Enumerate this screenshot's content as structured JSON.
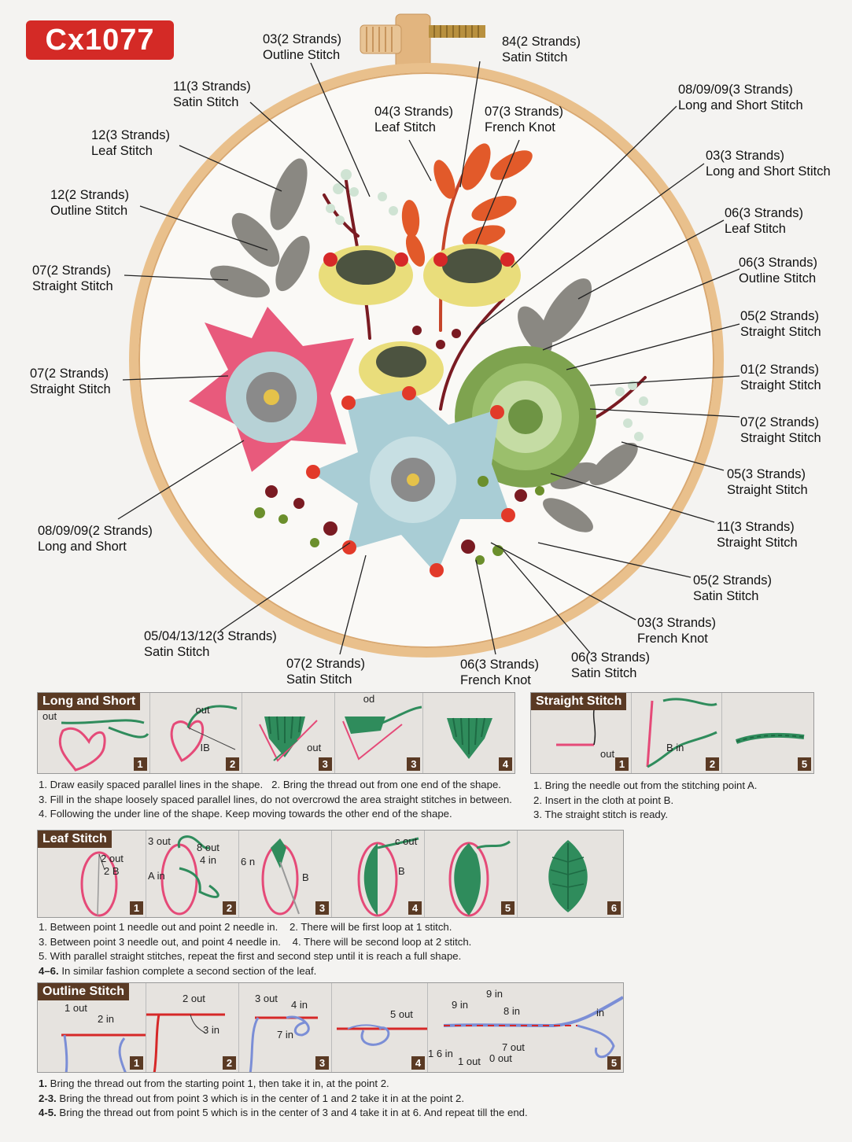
{
  "product_code": "Cx1077",
  "labels": [
    {
      "id": "l1",
      "line1": "03(2 Strands)",
      "line2": "Outline Stitch"
    },
    {
      "id": "l2",
      "line1": "84(2 Strands)",
      "line2": "Satin Stitch"
    },
    {
      "id": "l3",
      "line1": "11(3 Strands)",
      "line2": "Satin Stitch"
    },
    {
      "id": "l4",
      "line1": "04(3 Strands)",
      "line2": "Leaf Stitch"
    },
    {
      "id": "l5",
      "line1": "07(3 Strands)",
      "line2": "French Knot"
    },
    {
      "id": "l6",
      "line1": "08/09/09(3 Strands)",
      "line2": "Long and Short Stitch"
    },
    {
      "id": "l7",
      "line1": "12(3 Strands)",
      "line2": "Leaf Stitch"
    },
    {
      "id": "l8",
      "line1": "03(3 Strands)",
      "line2": "Long and Short Stitch"
    },
    {
      "id": "l9",
      "line1": "12(2 Strands)",
      "line2": "Outline Stitch"
    },
    {
      "id": "l10",
      "line1": "06(3 Strands)",
      "line2": "Leaf Stitch"
    },
    {
      "id": "l11",
      "line1": "06(3 Strands)",
      "line2": "Outline Stitch"
    },
    {
      "id": "l12",
      "line1": "07(2 Strands)",
      "line2": "Straight Stitch"
    },
    {
      "id": "l13",
      "line1": "05(2 Strands)",
      "line2": "Straight Stitch"
    },
    {
      "id": "l14",
      "line1": "07(2 Strands)",
      "line2": "Straight Stitch"
    },
    {
      "id": "l15",
      "line1": "01(2 Strands)",
      "line2": "Straight Stitch"
    },
    {
      "id": "l16",
      "line1": "07(2 Strands)",
      "line2": "Straight Stitch"
    },
    {
      "id": "l17",
      "line1": "05(3 Strands)",
      "line2": "Straight Stitch"
    },
    {
      "id": "l18",
      "line1": "08/09/09(2 Strands)",
      "line2": "Long and Short"
    },
    {
      "id": "l19",
      "line1": "11(3 Strands)",
      "line2": "Straight Stitch"
    },
    {
      "id": "l20",
      "line1": "05(2 Strands)",
      "line2": "Satin Stitch"
    },
    {
      "id": "l21",
      "line1": "03(3 Strands)",
      "line2": "French Knot"
    },
    {
      "id": "l22",
      "line1": "05/04/13/12(3 Strands)",
      "line2": "Satin Stitch"
    },
    {
      "id": "l23",
      "line1": "06(3 Strands)",
      "line2": "Satin Stitch"
    },
    {
      "id": "l24",
      "line1": "07(2 Strands)",
      "line2": "Satin Stitch"
    },
    {
      "id": "l25",
      "line1": "06(3 Strands)",
      "line2": "French Knot"
    }
  ],
  "long_short": {
    "title": "Long and Short",
    "steps": [
      "1",
      "2",
      "3",
      "3",
      "4"
    ],
    "marks": {
      "out_a": "out",
      "out_b": "out",
      "ib": "IB",
      "out_c": "out",
      "od": "od"
    },
    "instructions": [
      "1. Draw easily spaced parallel lines in the shape.",
      "2. Bring the thread out from one end of the shape.",
      "3. Fill in the shape loosely spaced parallel lines, do not overcrowd the area straight stitches in between.",
      "4. Following the under line of the shape. Keep moving towards the other end of the shape."
    ]
  },
  "straight": {
    "title": "Straight Stitch",
    "steps": [
      "1",
      "2",
      "5"
    ],
    "marks": {
      "out": "out",
      "b_in": "B in"
    },
    "instructions": [
      "1. Bring the needle out from the stitching point A.",
      "2. Insert in the cloth at point B.",
      "3. The straight stitch is ready."
    ]
  },
  "leaf": {
    "title": "Leaf Stitch",
    "steps": [
      "1",
      "2",
      "3",
      "4",
      "5",
      "6"
    ],
    "marks": {
      "two_out": "2 out",
      "two_b": "2 B",
      "three_out": "3 out",
      "eight_out": "8 out",
      "four_in": "4 in",
      "a_in": "A in",
      "six_n": "6 n",
      "b": "B",
      "c_out": "c out",
      "b2": "B"
    },
    "instructions": [
      "1.  Between point 1 needle out and point 2 needle in.",
      "2.  There will be first loop at 1 stitch.",
      "3.  Between point 3 needle out, and point 4 needle in.",
      "4.  There will be second loop at 2 stitch.",
      "5.  With parallel straight stitches, repeat the first and second step until it is reach a full shape.",
      "4–6.",
      "In similar fashion complete a second section of the leaf."
    ]
  },
  "outline": {
    "title": "Outline Stitch",
    "steps": [
      "1",
      "2",
      "3",
      "4",
      "5"
    ],
    "marks": {
      "one_out": "1 out",
      "two_in": "2 in",
      "two_out": "2 out",
      "three_in": "3 in",
      "three_out": "3 out",
      "four_in": "4 in",
      "seven_in": "7 in",
      "five_out": "5 out",
      "nine_in_top": "9 in",
      "nine_in": "9 in",
      "eight_in": "8 in",
      "in": "in",
      "seven_out": "7 out",
      "sixteen_in": "1 6 in",
      "one_out_b": "1 out",
      "zero_out": "0 out"
    },
    "instructions": [
      {
        "bold": "1.",
        "text": " Bring the thread out from the starting point 1, then take it in, at the point 2."
      },
      {
        "bold": "2-3.",
        "text": " Bring the thread out from point 3 which is in the center of 1 and 2 take it in at the point 2."
      },
      {
        "bold": "4-5.",
        "text": " Bring the thread out from point 5 which is in the center of 3 and 4 take it in at 6. And repeat till the end."
      }
    ]
  },
  "colors": {
    "badge_red": "#d42a26",
    "hoop_wood": "#e9c08c",
    "panel_brown": "#5a3a24",
    "fabric": "#faf9f6",
    "pink_thread": "#e54a78",
    "green_thread": "#2f8c5c",
    "blue_thread": "#7b8ed6",
    "red_thread": "#d62828"
  }
}
